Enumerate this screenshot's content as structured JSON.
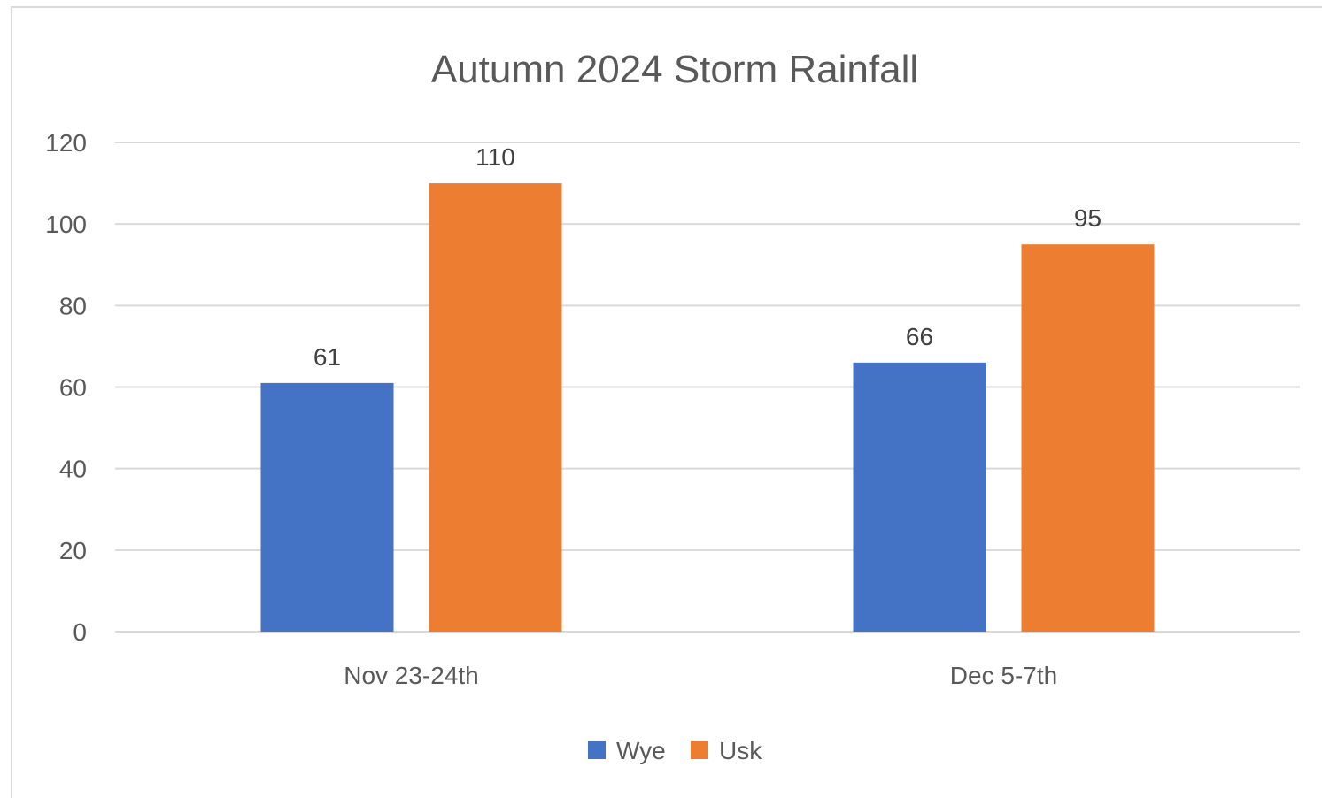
{
  "chart_data": {
    "type": "bar",
    "title": "Autumn 2024 Storm Rainfall",
    "categories": [
      "Nov 23-24th",
      "Dec 5-7th"
    ],
    "series": [
      {
        "name": "Wye",
        "values": [
          61,
          66
        ],
        "color": "#4472c4"
      },
      {
        "name": "Usk",
        "values": [
          110,
          95
        ],
        "color": "#ed7d31"
      }
    ],
    "ylim": [
      0,
      120
    ],
    "yticks": [
      "0",
      "20",
      "40",
      "60",
      "80",
      "100",
      "120"
    ],
    "grid": true,
    "legend_position": "bottom",
    "data_labels": true
  }
}
